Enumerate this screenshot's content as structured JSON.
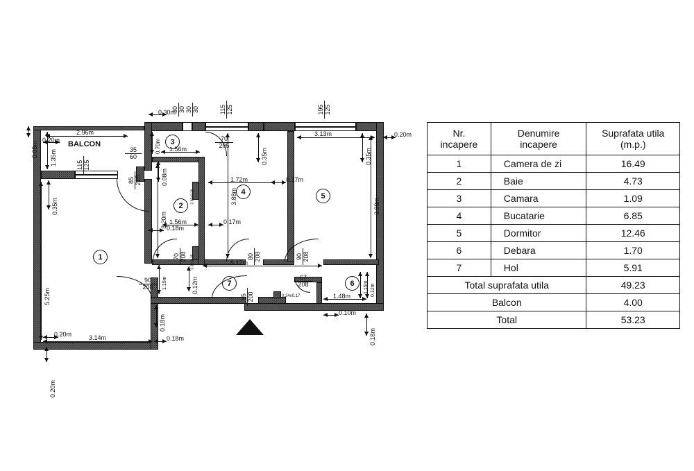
{
  "document": {
    "type": "apartment-floor-plan",
    "entrance_marker": "triangle"
  },
  "table": {
    "headers": [
      "Nr. incapere",
      "Denumire incapere",
      "Suprafata utila (m.p.)"
    ],
    "header_lines": {
      "col1_line1": "Nr.",
      "col1_line2": "incapere",
      "col2_line1": "Denumire",
      "col2_line2": "incapere",
      "col3_line1": "Suprafata utila",
      "col3_line2": "(m.p.)"
    },
    "rows": [
      {
        "nr": "1",
        "name": "Camera de zi",
        "area": "16.49"
      },
      {
        "nr": "2",
        "name": "Baie",
        "area": "4.73"
      },
      {
        "nr": "3",
        "name": "Camara",
        "area": "1.09"
      },
      {
        "nr": "4",
        "name": "Bucatarie",
        "area": "6.85"
      },
      {
        "nr": "5",
        "name": "Dormitor",
        "area": "12.46"
      },
      {
        "nr": "6",
        "name": "Debara",
        "area": "1.70"
      },
      {
        "nr": "7",
        "name": "Hol",
        "area": "5.91"
      }
    ],
    "totals": [
      {
        "label": "Total suprafata utila",
        "value": "49.23"
      },
      {
        "label": "Balcon",
        "value": "4.00"
      },
      {
        "label": "Total",
        "value": "53.23"
      }
    ]
  },
  "plan": {
    "balcony_label": "BALCON",
    "room_numbers": [
      "1",
      "2",
      "3",
      "4",
      "5",
      "6",
      "7"
    ],
    "dimensions": {
      "d_top_balcony_width": "2.96m",
      "d_balcony_wall": "0.20m",
      "d_left_outer": "0.05m",
      "d_balcony_left_h": "1.35m",
      "d_left_wall_035": "0.35m",
      "d_living_height": "5.25m",
      "d_bottom_left_020": "0.20m",
      "d_bottom_width": "3.14m",
      "d_bottom_right_018": "0.18m",
      "d_bottom_outer_020": "0.20m",
      "d_top_030": "0.30m",
      "d_camara_070": "0.70m",
      "d_camara_156": "1.56m",
      "d_baie_008": "0.08m",
      "d_baie_320": "3.20m",
      "d_baie_156": "1.56m",
      "d_baie_018": "0.18m",
      "d_buc_172": "1.72m",
      "d_buc_388": "3.88m",
      "d_buc_017": "0.17m",
      "d_dorm_313": "3.13m",
      "d_dorm_035_left": "0.35m",
      "d_dorm_035_right": "0.35m",
      "d_dorm_398": "3.98m",
      "d_dorm_017": "0.17m",
      "d_right_020": "0.20m",
      "d_hall_517": "5.17m",
      "d_hall_012": "0.12m",
      "d_hall_115": "1.15m",
      "d_hall_018": "0.18m",
      "d_debara_148": "1.48m",
      "d_debara_010": "0.10m",
      "d_debara_115": "1.15m",
      "d_debara_012": "0.12m",
      "d_right_018": "0.18m"
    },
    "openings": [
      {
        "id": "win-balcony",
        "num": "115",
        "den": "125"
      },
      {
        "id": "win-kitchen",
        "num": "115",
        "den": "125"
      },
      {
        "id": "win-bedroom",
        "num": "195",
        "den": "125"
      },
      {
        "id": "vent-left",
        "num": "30",
        "den": "30"
      },
      {
        "id": "vent-right",
        "num": "30",
        "den": "30"
      },
      {
        "id": "door-balcony",
        "num": "85",
        "den": "215"
      },
      {
        "id": "win-small",
        "num": "35",
        "den": "60"
      },
      {
        "id": "door-camara",
        "num": "70",
        "den": "205"
      },
      {
        "id": "door-baie",
        "num": "70",
        "den": "208"
      },
      {
        "id": "door-baie2",
        "num": "208",
        "den": ""
      },
      {
        "id": "door-kitchen",
        "num": "80",
        "den": "208"
      },
      {
        "id": "door-bedroom",
        "num": "90",
        "den": "208"
      },
      {
        "id": "door-living",
        "num": "90",
        "den": "208"
      },
      {
        "id": "door-debara",
        "num": "67",
        "den": "208"
      },
      {
        "id": "door-entry",
        "num": "85",
        "den": "200"
      }
    ],
    "small_labels": {
      "pipe1": "0.85x0.28",
      "pipe2": "0.31x0.25",
      "pipe3": "0.24x0.17"
    }
  }
}
